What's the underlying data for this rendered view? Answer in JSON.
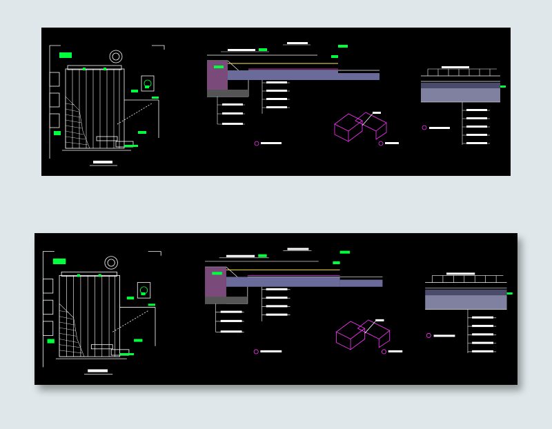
{
  "colors": {
    "page_background": "#dfe7ea",
    "drawing_background": "#000000",
    "line_white": "#ffffff",
    "line_green": "#00ff3c",
    "line_magenta": "#ff33ff",
    "line_yellow": "#ffee55",
    "line_red": "#ff3333"
  },
  "icons": {
    "section_callout": "circle-number-icon",
    "landscape_rock": "rock-icon",
    "plant_symbol": "shrub-icon"
  },
  "drawings": [
    {
      "id": "top",
      "views": [
        "plan",
        "section-1",
        "detail-block",
        "section-2"
      ],
      "callouts": [
        "2",
        "4",
        "3"
      ]
    },
    {
      "id": "bottom",
      "views": [
        "plan",
        "section-1",
        "detail-block",
        "section-2"
      ],
      "callouts": [
        "2",
        "4",
        "3"
      ]
    }
  ]
}
